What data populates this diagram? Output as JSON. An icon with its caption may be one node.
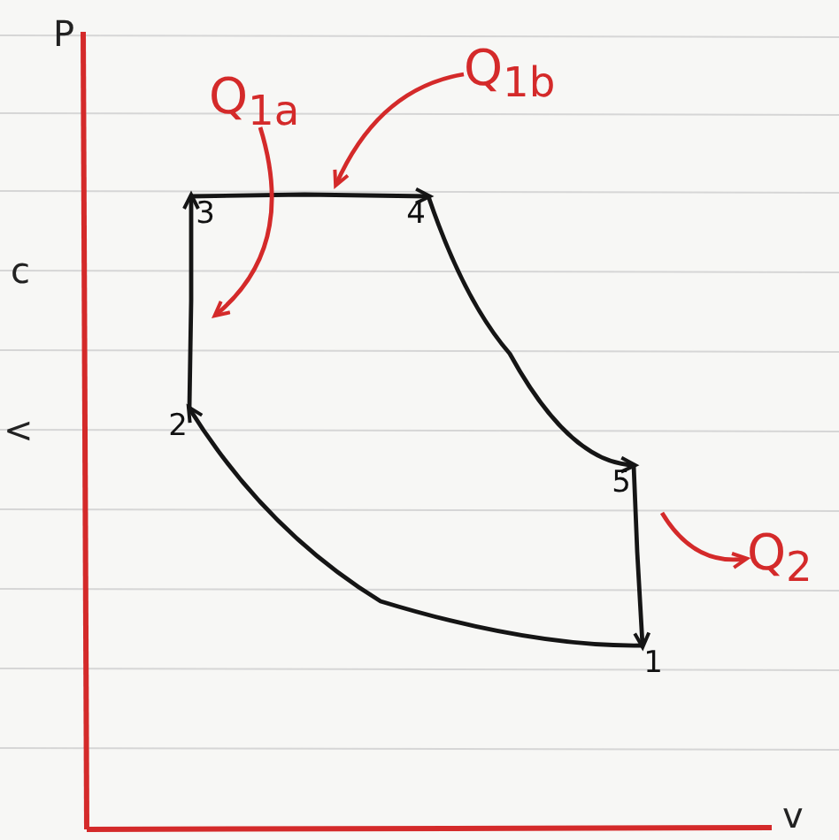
{
  "diagram": {
    "nodes": [
      {
        "text": [
          "1"
        ]
      },
      {
        "text": [
          "2"
        ]
      },
      {
        "text": [
          "3"
        ]
      },
      {
        "text": [
          "4"
        ]
      },
      {
        "text": [
          "5"
        ]
      },
      {
        "text": [
          "Q$_{1a}$"
        ]
      },
      {
        "text": [
          "Q$_{1b}$"
        ]
      },
      {
        "text": [
          "Q$_{2}$"
        ]
      }
    ],
    "edges": [
      {
        "from": 0,
        "to": 1,
        "arrow": "to"
      },
      {
        "from": 1,
        "to": 2,
        "arrow": "to"
      },
      {
        "from": 2,
        "to": 3,
        "arrow": "to"
      },
      {
        "from": 3,
        "to": 4,
        "arrow": "to"
      },
      {
        "from": 4,
        "to": 0,
        "arrow": "to"
      },
      {
        "from": 5,
        "to": null,
        "arrow": "to",
        "color": "#d42a2a"
      },
      {
        "from": 6,
        "to": null,
        "arrow": "to",
        "color": "#d42a2a"
      },
      {
        "from": null,
        "to": 7,
        "arrow": "to",
        "color": "#d42a2a"
      }
    ],
    "labels": [
      "P",
      "c",
      "<",
      "v"
    ]
  }
}
